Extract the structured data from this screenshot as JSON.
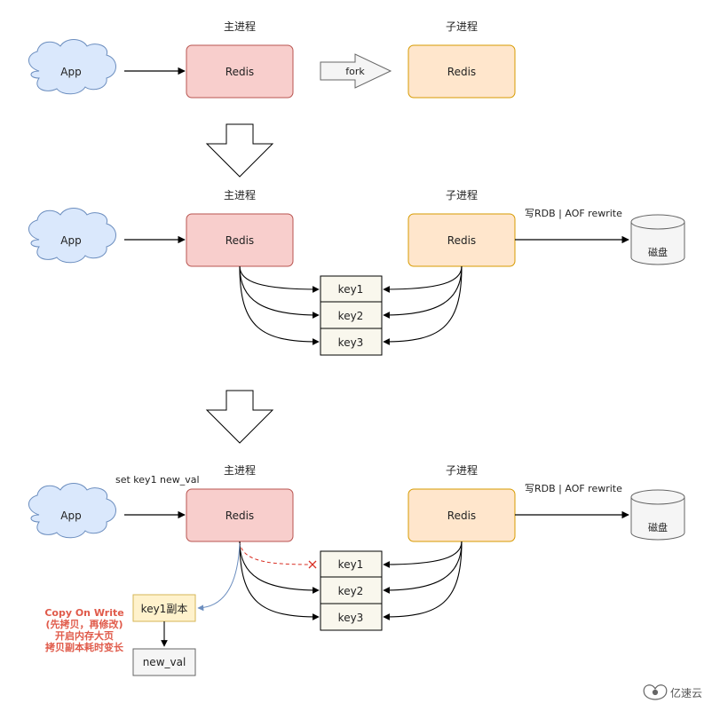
{
  "labels": {
    "main_process": "主进程",
    "child_process": "子进程",
    "app": "App",
    "redis": "Redis",
    "fork": "fork",
    "disk": "磁盘",
    "write_label": "写RDB | AOF rewrite",
    "set_cmd": "set key1 new_val",
    "keys": [
      "key1",
      "key2",
      "key3"
    ],
    "key_copy": "key1副本",
    "new_val": "new_val",
    "cow_lines": [
      "Copy On Write",
      "(先拷贝，再修改)",
      "开启内存大页",
      "拷贝副本耗时变长"
    ],
    "watermark": "亿速云"
  },
  "colors": {
    "cloud_fill": "#dae8fc",
    "cloud_stroke": "#6c8ebf",
    "redis_main_fill": "#f8cecc",
    "redis_main_stroke": "#b85450",
    "redis_child_fill": "#ffe6cc",
    "redis_child_stroke": "#d79b00",
    "key_fill": "#f9f7ed",
    "key_copy_fill": "#fff2cc",
    "key_copy_stroke": "#d6b656",
    "cow_red": "#e05a4a",
    "cross_red": "#d93025",
    "copy_arrow_blue": "#6c8ebf"
  }
}
